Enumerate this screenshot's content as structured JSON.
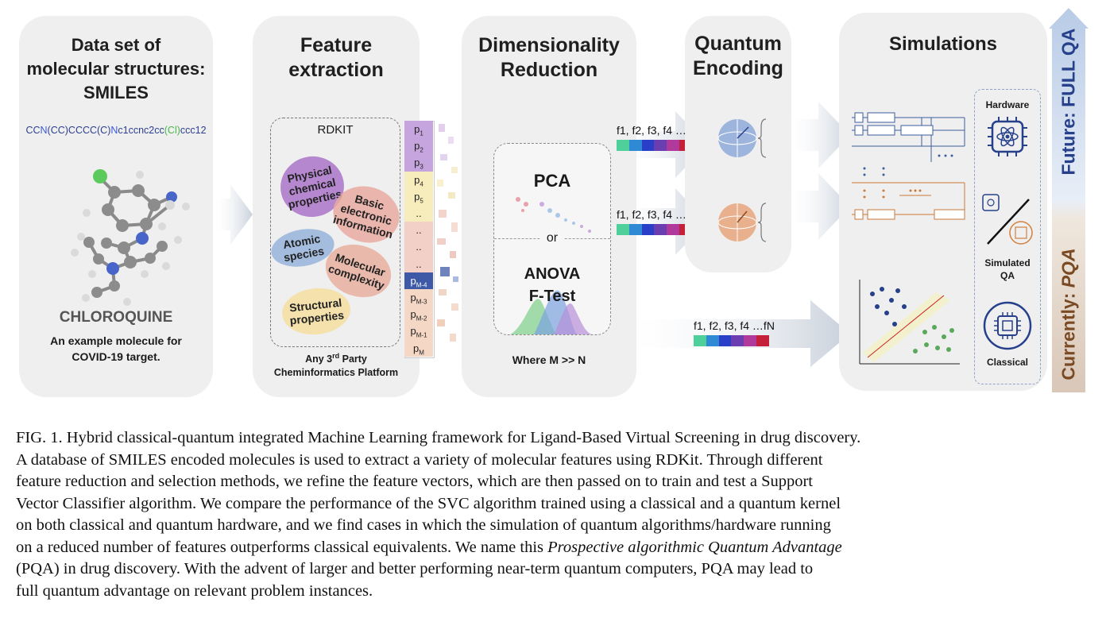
{
  "panels": {
    "dataset": {
      "title_lines": [
        "Data set of",
        "molecular structures:",
        "SMILES"
      ],
      "smiles_segments": [
        {
          "text": "CC",
          "color": "#2b3f8f"
        },
        {
          "text": "N",
          "color": "#3a5bd9"
        },
        {
          "text": "(CC)CCCC(C)",
          "color": "#2b3f8f"
        },
        {
          "text": "N",
          "color": "#3a5bd9"
        },
        {
          "text": "c1ccnc2cc",
          "color": "#2b3f8f"
        },
        {
          "text": "(Cl)",
          "color": "#4bb54b"
        },
        {
          "text": "ccc12",
          "color": "#2b3f8f"
        }
      ],
      "molecule_name": "CHLOROQUINE",
      "example_lines": [
        "An example molecule for",
        "COVID-19 target."
      ]
    },
    "feature_extraction": {
      "title_lines": [
        "Feature",
        "extraction"
      ],
      "rdkit_label": "RDKIT",
      "properties": [
        "Physical chemical properties",
        "Basic electronic information",
        "Atomic species",
        "Molecular complexity",
        "Structural properties"
      ],
      "platform_line1": "Any 3",
      "platform_sup": "rd",
      "platform_line1_end": " Party",
      "platform_line2": "Cheminformatics Platform",
      "p_cells": [
        "p1",
        "p2",
        "p3",
        "p4",
        "p5",
        "..",
        "..",
        "..",
        "..",
        "pM-4",
        "pM-3",
        "pM-2",
        "pM-1",
        "pM"
      ]
    },
    "dim_reduction": {
      "title_lines": [
        "Dimensionality",
        "Reduction"
      ],
      "pca": "PCA",
      "or": "or",
      "anova_lines": [
        "ANOVA",
        "F-Test"
      ],
      "note": "Where M >> N"
    },
    "quantum_encoding": {
      "title_lines": [
        "Quantum",
        "Encoding"
      ]
    },
    "simulations": {
      "title": "Simulations",
      "hardware_label": "Hardware",
      "simulated_lines": [
        "Simulated",
        "QA"
      ],
      "classical_label": "Classical"
    }
  },
  "feature_vector_label": "f1, f2, f3, f4 …fN",
  "feature_vector_colors": [
    "#4fcf9a",
    "#2f8ad6",
    "#2a3fc7",
    "#6a3db0",
    "#b03a9b",
    "#c4203a"
  ],
  "side_arrow": {
    "future_prefix": "Future: ",
    "future_emph": "FULL QA",
    "current_prefix": "Currently: ",
    "current_emph": "PQA"
  },
  "colors": {
    "future_arrow": "#b8cbe6",
    "current_arrow": "#d9c7b8",
    "future_text": "#27408b",
    "current_text": "#7a4a24",
    "orange_circuit": "#c87a3a",
    "blue_circuit": "#3c5d9c"
  },
  "caption_lines": [
    "FIG. 1. Hybrid classical-quantum integrated Machine Learning framework for Ligand-Based Virtual Screening in drug discovery.",
    "A database of SMILES encoded molecules is used to extract a variety of molecular features using RDKit. Through different",
    "feature reduction and selection methods, we refine the feature vectors, which are then passed on to train and test a Support",
    "Vector Classifier algorithm. We compare the performance of the SVC algorithm trained using a classical and a quantum kernel",
    "on both classical and quantum hardware, and we find cases in which the simulation of quantum algorithms/hardware running",
    "on a reduced number of features outperforms classical equivalents. We name this ",
    "(PQA) in drug discovery. With the advent of larger and better performing near-term quantum computers, PQA may lead to",
    "full quantum advantage on relevant problem instances."
  ],
  "caption_italic": "Prospective algorithmic Quantum Advantage"
}
